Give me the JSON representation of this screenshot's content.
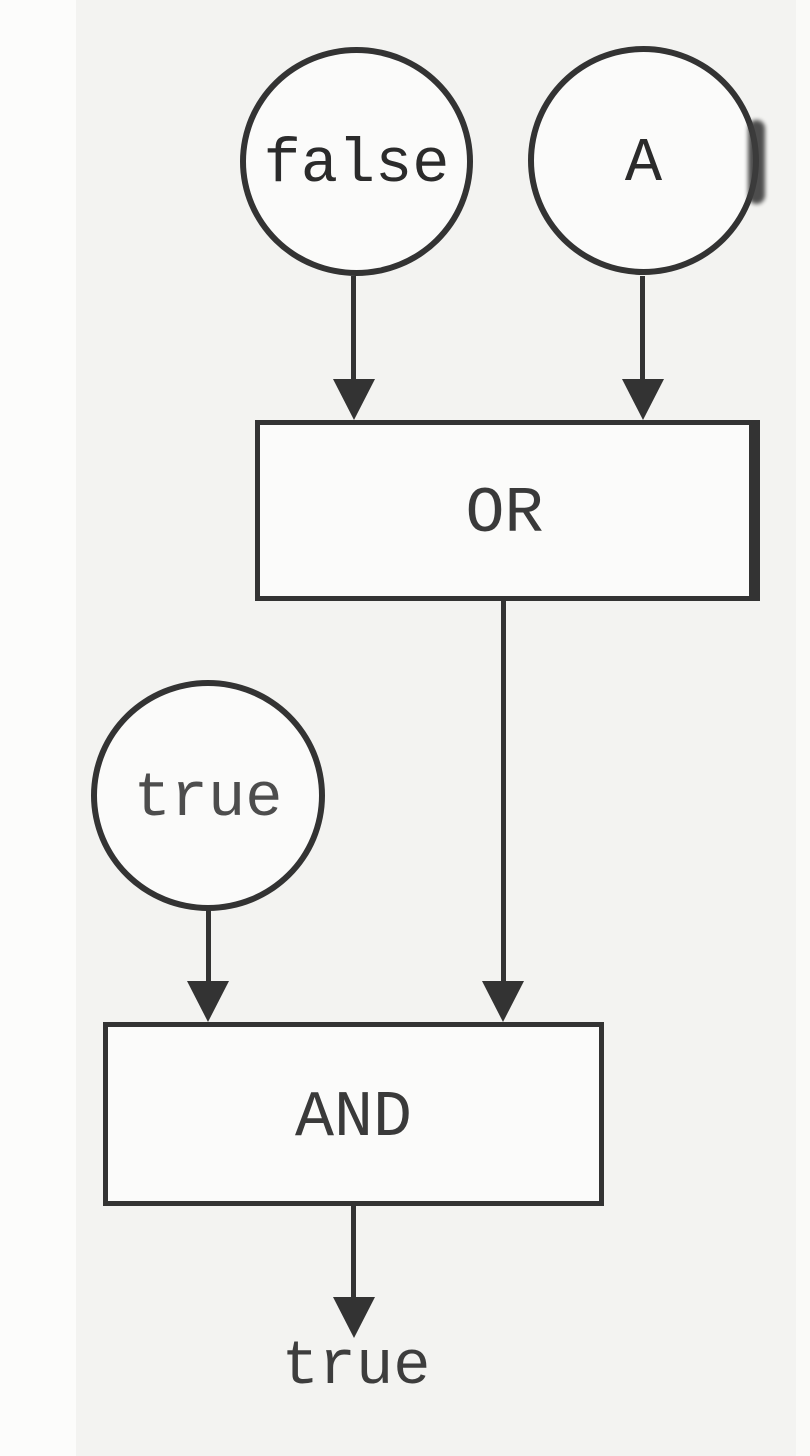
{
  "diagram": {
    "type": "logic-expression-evaluation-flowchart",
    "inputs": {
      "false_node": {
        "label": "false",
        "shape": "circle"
      },
      "a_node": {
        "label": "A",
        "shape": "circle"
      },
      "true_node": {
        "label": "true",
        "shape": "circle"
      }
    },
    "gates": {
      "or_gate": {
        "label": "OR",
        "shape": "rectangle"
      },
      "and_gate": {
        "label": "AND",
        "shape": "rectangle"
      }
    },
    "output": {
      "label": "true"
    },
    "edges": [
      {
        "from": "false",
        "to": "OR"
      },
      {
        "from": "A",
        "to": "OR"
      },
      {
        "from": "OR",
        "to": "AND"
      },
      {
        "from": "true",
        "to": "AND"
      },
      {
        "from": "AND",
        "to": "output true"
      }
    ],
    "colors": {
      "stroke": "#333333",
      "background": "#f3f3f1",
      "shape_fill": "#fbfbfa",
      "text": "#2b2b2b"
    }
  }
}
